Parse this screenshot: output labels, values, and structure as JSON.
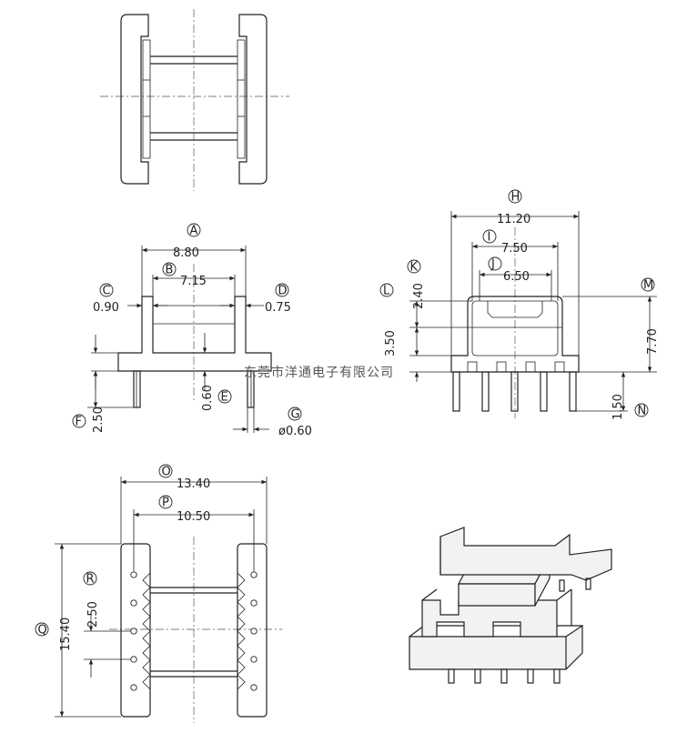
{
  "watermark": "东莞市洋通电子有限公司",
  "dimensions": [
    {
      "key": "A",
      "value": "8.80"
    },
    {
      "key": "B",
      "value": "7.15"
    },
    {
      "key": "C",
      "value": "0.90"
    },
    {
      "key": "D",
      "value": "0.75"
    },
    {
      "key": "E",
      "value": "0.60"
    },
    {
      "key": "F",
      "value": "2.50"
    },
    {
      "key": "G",
      "value": "ø0.60"
    },
    {
      "key": "H",
      "value": "11.20"
    },
    {
      "key": "I",
      "value": "7.50"
    },
    {
      "key": "J",
      "value": "6.50"
    },
    {
      "key": "K",
      "value": "2.40"
    },
    {
      "key": "L",
      "value": "3.50"
    },
    {
      "key": "M",
      "value": "7.70"
    },
    {
      "key": "N",
      "value": "1.50"
    },
    {
      "key": "O",
      "value": "13.40"
    },
    {
      "key": "P",
      "value": "10.50"
    },
    {
      "key": "Q",
      "value": "15.40"
    },
    {
      "key": "R",
      "value": "2.50"
    }
  ]
}
